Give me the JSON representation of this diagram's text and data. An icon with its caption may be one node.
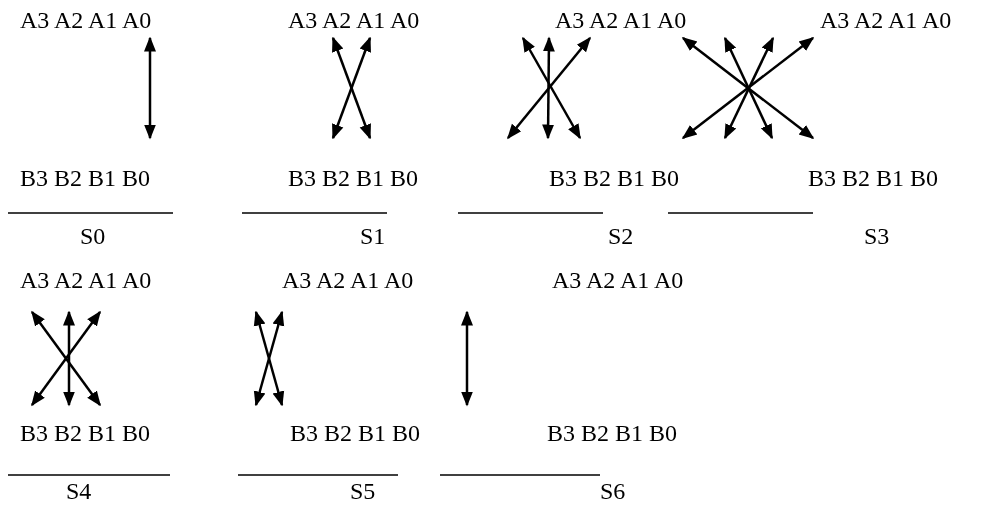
{
  "diagram": {
    "labels": [
      "A3 A2 A1 A0",
      "A3 A2 A1 A0",
      "A3 A2 A1 A0",
      "A3 A2 A1 A0",
      "B3 B2 B1 B0",
      "B3 B2 B1 B0",
      "B3 B2 B1 B0",
      "B3 B2 B1 B0",
      "S0",
      "S1",
      "S2",
      "S3",
      "A3 A2 A1 A0",
      "A3 A2 A1 A0",
      "A3 A2 A1 A0",
      "B3 B2 B1 B0",
      "B3 B2 B1 B0",
      "B3 B2 B1 B0",
      "S4",
      "S5",
      "S6"
    ]
  }
}
